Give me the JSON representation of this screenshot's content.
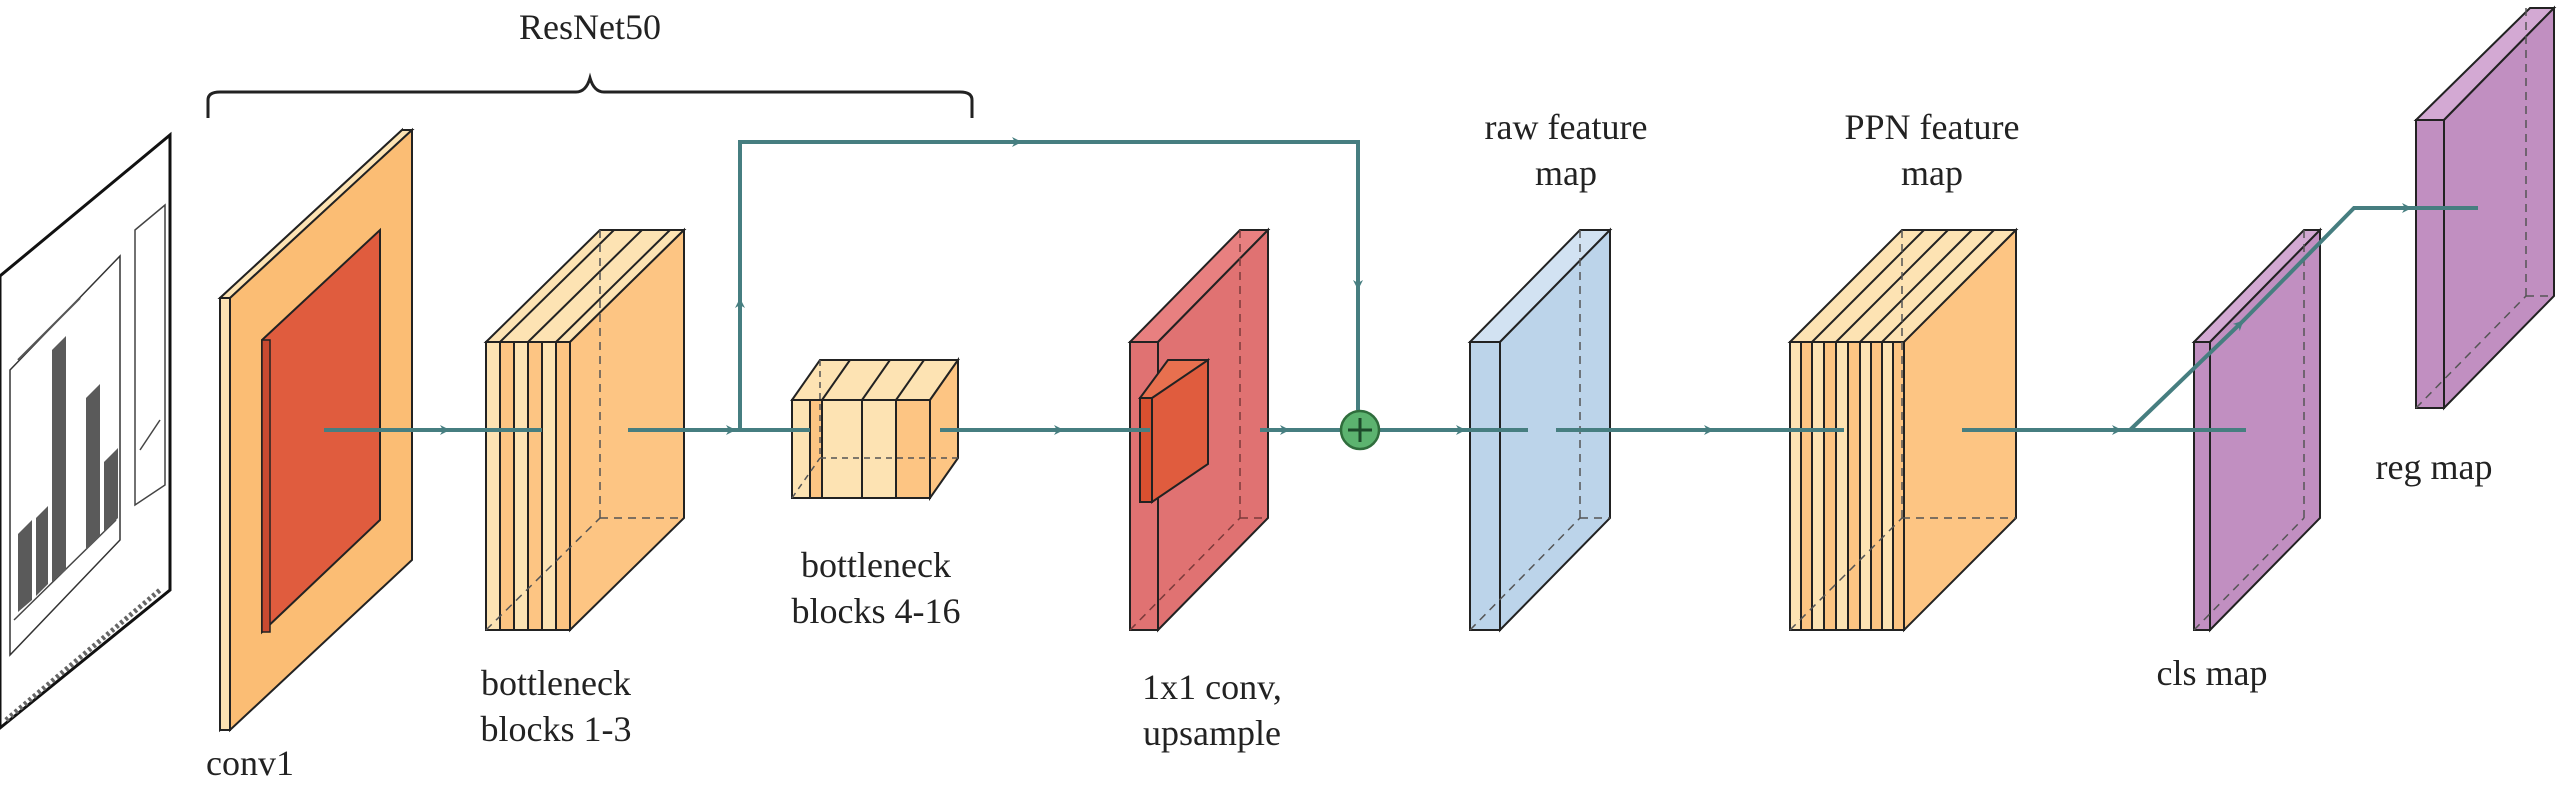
{
  "labels": {
    "resnet": "ResNet50",
    "conv1": "conv1",
    "bottleneck_1_3": [
      "bottleneck",
      "blocks 1-3"
    ],
    "bottleneck_4_16": [
      "bottleneck",
      "blocks 4-16"
    ],
    "conv1x1": [
      "1x1 conv,",
      "upsample"
    ],
    "raw_feature": [
      "raw feature",
      "map"
    ],
    "ppn_feature": [
      "PPN feature",
      "map"
    ],
    "cls_map": "cls map",
    "reg_map": "reg map"
  },
  "colors": {
    "orange_light": "#fde3b3",
    "orange": "#fdc583",
    "orange_dark": "#f6b06a",
    "red_inner": "#e05c3e",
    "red_block": "#e07272",
    "blue": "#bcd4ea",
    "purple": "#c18fc1",
    "arrow": "#467e80",
    "plus": "#5cb36f"
  }
}
